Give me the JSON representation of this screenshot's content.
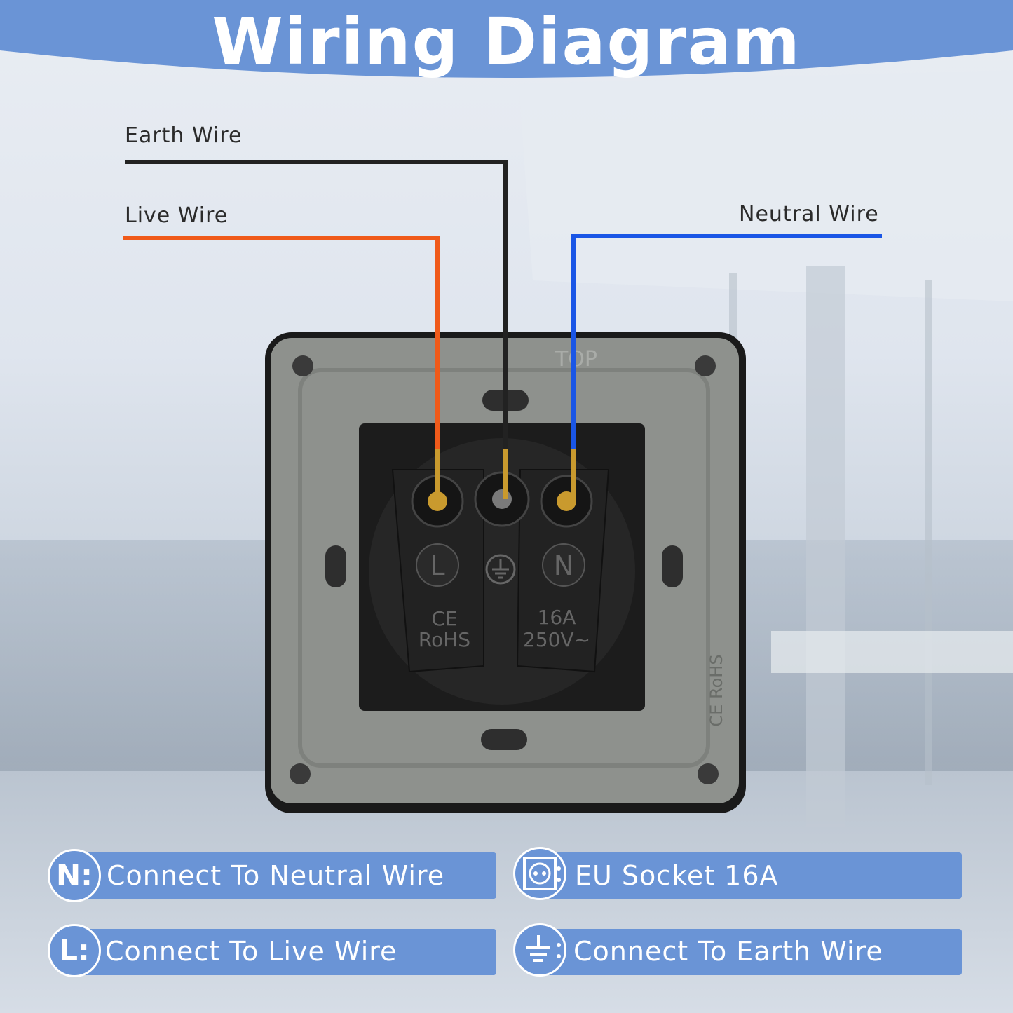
{
  "title": "Wiring Diagram",
  "labels": {
    "earth": "Earth Wire",
    "live": "Live Wire",
    "neutral": "Neutral Wire"
  },
  "socket": {
    "top_mark": "TOP",
    "terminal_live": "L",
    "terminal_neutral": "N",
    "mark_ce": "CE",
    "mark_rohs": "RoHS",
    "rating_current": "16A",
    "rating_voltage": "250V~",
    "side_mark": "CE RoHS"
  },
  "legend": [
    {
      "key": "N:",
      "text": "Connect To Neutral Wire"
    },
    {
      "key": "",
      "icon": "eu-socket-icon",
      "text": "EU Socket 16A"
    },
    {
      "key": "L:",
      "text": "Connect To Live Wire"
    },
    {
      "key": "",
      "icon": "earth-ground-icon",
      "text": "Connect To Earth Wire"
    }
  ],
  "colors": {
    "banner": "#6a94d6",
    "earth_wire": "#222222",
    "live_wire": "#f05a1a",
    "neutral_wire": "#1a56e6"
  }
}
